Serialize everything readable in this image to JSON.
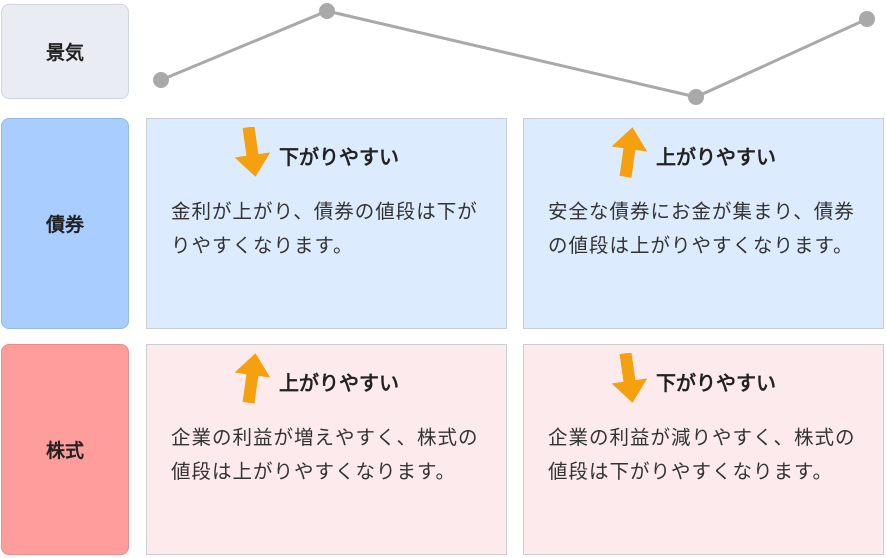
{
  "rows": {
    "economy": {
      "label": "景気"
    },
    "bonds": {
      "label": "債券"
    },
    "stocks": {
      "label": "株式"
    }
  },
  "economy_trend": {
    "points": [
      "低",
      "高",
      "低",
      "高"
    ]
  },
  "cells": {
    "bond_down": {
      "direction": "down",
      "heading": "下がりやすい",
      "text": "金利が上がり、債券の値段は下がりやすくなります。"
    },
    "bond_up": {
      "direction": "up",
      "heading": "上がりやすい",
      "text": "安全な債券にお金が集まり、債券の値段は上がりやすくなります。"
    },
    "stock_up": {
      "direction": "up",
      "heading": "上がりやすい",
      "text": "企業の利益が増えやすく、株式の値段は上がりやすくなります。"
    },
    "stock_down": {
      "direction": "down",
      "heading": "下がりやすい",
      "text": "企業の利益が減りやすく、株式の値段は下がりやすくなります。"
    }
  },
  "colors": {
    "economy_label_bg": "#e9ecf2",
    "bond_label_bg": "#a9cdfe",
    "stock_label_bg": "#ff9c9c",
    "bond_cell_bg": "#dcebfd",
    "stock_cell_bg": "#fdeaec",
    "arrow": "#f5a00f",
    "trend_line": "#a9a9a9"
  }
}
